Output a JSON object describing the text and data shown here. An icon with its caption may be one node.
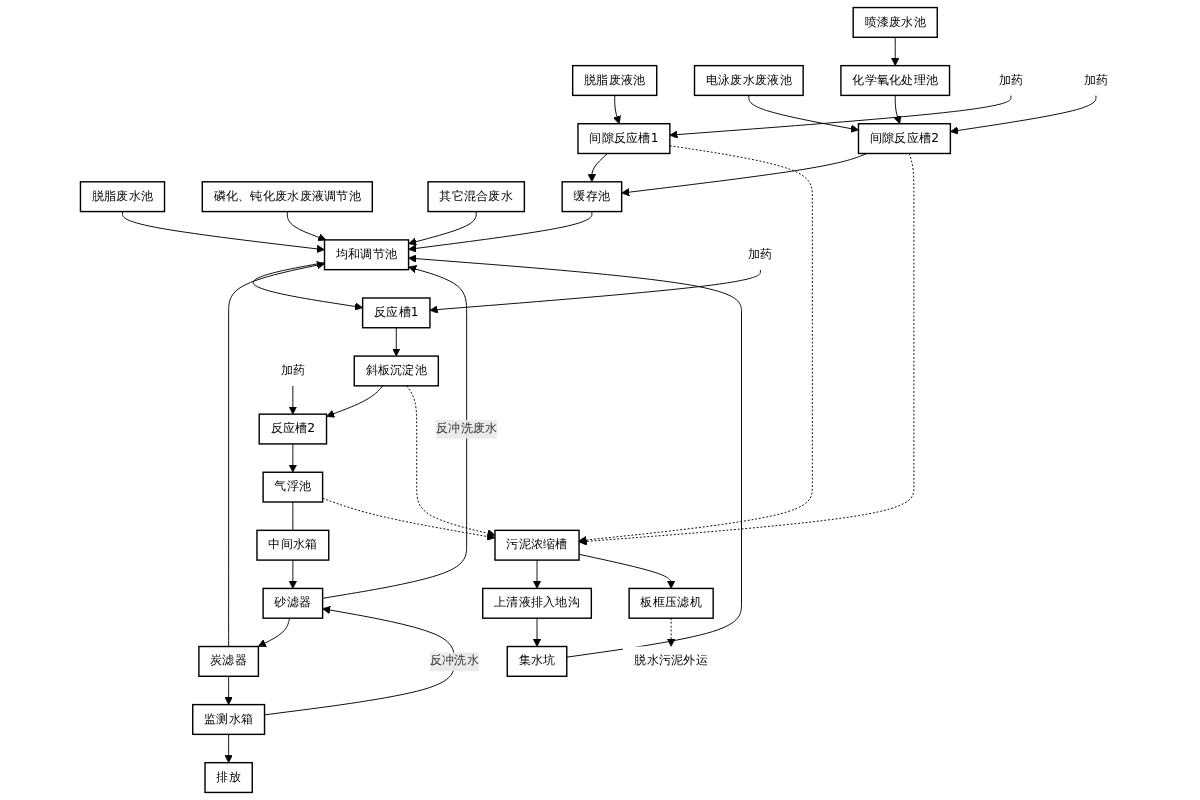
{
  "diagram": {
    "nodes": [
      {
        "text": [
          "磷化、钝化废水废液调节池"
        ]
      },
      {
        "text": [
          "其它混合废水"
        ]
      },
      {
        "text": [
          "脱脂废液池"
        ]
      },
      {
        "text": [
          "间隙反应槽1"
        ]
      },
      {
        "text": [
          "电泳废水废液池"
        ]
      },
      {
        "text": [
          "间隙反应槽2"
        ]
      },
      {
        "text": [
          "喷漆废水池"
        ]
      },
      {
        "text": [
          "化学氧化处理池"
        ]
      },
      {
        "text": [
          "缓存池"
        ]
      },
      {
        "text": [
          "均和调节池"
        ]
      },
      {
        "text": [
          "脱脂废水池"
        ]
      },
      {
        "text": [
          "气浮池"
        ]
      },
      {
        "text": [
          "反应槽2"
        ]
      },
      {
        "text": [
          "斜板沉淀池"
        ]
      },
      {
        "text": [
          "反应槽1"
        ]
      },
      {
        "text": [
          "中间水箱"
        ]
      },
      {
        "text": [
          "砂滤器"
        ]
      },
      {
        "text": [
          "炭滤器"
        ]
      },
      {
        "text": [
          "监测水箱"
        ]
      },
      {
        "text": [
          "排放"
        ]
      },
      {
        "text": [
          "污泥浓缩槽"
        ]
      },
      {
        "text": [
          "上清液排入地沟"
        ]
      },
      {
        "text": [
          "集水坑"
        ]
      },
      {
        "text": [
          "板框压滤机"
        ]
      },
      {
        "text": [
          "脱水污泥外运"
        ]
      },
      {
        "text": [
          "加药"
        ]
      },
      {
        "text": [
          "加药"
        ]
      },
      {
        "text": [
          "加药"
        ]
      },
      {
        "text": [
          "加药"
        ]
      }
    ],
    "edges": [
      {
        "from": 2,
        "to": 3,
        "arrow": "to"
      },
      {
        "from": 4,
        "to": 5,
        "arrow": "to"
      },
      {
        "from": 6,
        "to": 7,
        "arrow": "to"
      },
      {
        "from": 7,
        "to": 5,
        "arrow": "to"
      },
      {
        "from": 25,
        "to": 3,
        "arrow": "to"
      },
      {
        "from": 26,
        "to": 5,
        "arrow": "to"
      },
      {
        "from": 3,
        "to": 8,
        "arrow": "to"
      },
      {
        "from": 5,
        "to": 8,
        "arrow": "to"
      },
      {
        "from": 8,
        "to": 9,
        "arrow": "to"
      },
      {
        "from": 0,
        "to": 9,
        "arrow": "to"
      },
      {
        "from": 1,
        "to": 9,
        "arrow": "to"
      },
      {
        "from": 10,
        "to": 9,
        "arrow": "to"
      },
      {
        "from": 9,
        "to": 14,
        "arrow": "to"
      },
      {
        "from": 28,
        "to": 14,
        "arrow": "to"
      },
      {
        "from": 14,
        "to": 13,
        "arrow": "to"
      },
      {
        "from": 13,
        "to": 12,
        "arrow": "to"
      },
      {
        "from": 27,
        "to": 12,
        "arrow": "to"
      },
      {
        "from": 12,
        "to": 11,
        "arrow": "to"
      },
      {
        "from": 11,
        "to": 15,
        "arrow": "none"
      },
      {
        "from": 15,
        "to": 16,
        "arrow": "to"
      },
      {
        "from": 16,
        "to": 17,
        "arrow": "to"
      },
      {
        "from": 17,
        "to": 18,
        "arrow": "to"
      },
      {
        "from": 18,
        "to": 19,
        "arrow": "to"
      },
      {
        "from": 18,
        "to": 16,
        "label": "反冲洗水",
        "arrow": "to"
      },
      {
        "from": 16,
        "to": 9,
        "label": "反冲洗废水",
        "arrow": "to"
      },
      {
        "from": 17,
        "to": 9,
        "arrow": "to"
      },
      {
        "from": 3,
        "to": 20,
        "arrow": "to",
        "style": "dashed"
      },
      {
        "from": 5,
        "to": 20,
        "arrow": "to",
        "style": "dashed"
      },
      {
        "from": 11,
        "to": 20,
        "arrow": "to",
        "style": "dashed"
      },
      {
        "from": 13,
        "to": 20,
        "arrow": "to",
        "style": "dashed"
      },
      {
        "from": 20,
        "to": 21,
        "arrow": "to"
      },
      {
        "from": 21,
        "to": 22,
        "arrow": "to"
      },
      {
        "from": 22,
        "to": 9,
        "arrow": "to"
      },
      {
        "from": 20,
        "to": 23,
        "arrow": "to"
      },
      {
        "from": 23,
        "to": 24,
        "arrow": "to",
        "style": "dashed"
      }
    ]
  }
}
